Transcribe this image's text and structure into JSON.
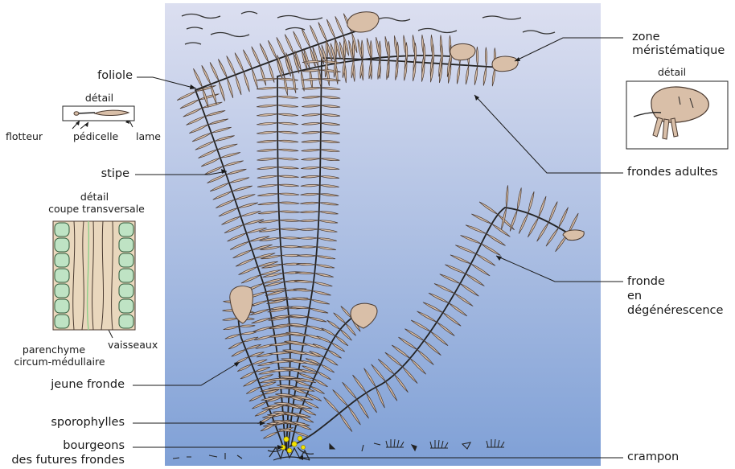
{
  "labels": {
    "foliole": "foliole",
    "detail_top": "détail",
    "flotteur": "flotteur",
    "pedicelle": "pédicelle",
    "lame": "lame",
    "stipe": "stipe",
    "detail_cut_1": "détail",
    "detail_cut_2": "coupe transversale",
    "parenchyme_1": "parenchyme",
    "parenchyme_2": "circum-médullaire",
    "vaisseaux": "vaisseaux",
    "jeune_fronde": "jeune fronde",
    "sporophylles": "sporophylles",
    "bourgeons_1": "bourgeons",
    "bourgeons_2": "des futures frondes",
    "zone_1": "zone",
    "zone_2": "méristématique",
    "detail_right": "détail",
    "frondes_adultes": "frondes adultes",
    "fronde_1": "fronde",
    "fronde_2": "en",
    "fronde_3": "dégénérescence",
    "crampon": "crampon"
  },
  "colors": {
    "water_top": "#dcdff0",
    "water_bottom": "#7fa0d6",
    "leaf_fill": "#d9bfa8",
    "leaf_stroke": "#4a3a30",
    "cell_fill": "#bfe3c4",
    "cell_stroke": "#2f5a3a",
    "buds": "#f2e200",
    "stem": "#222222"
  }
}
